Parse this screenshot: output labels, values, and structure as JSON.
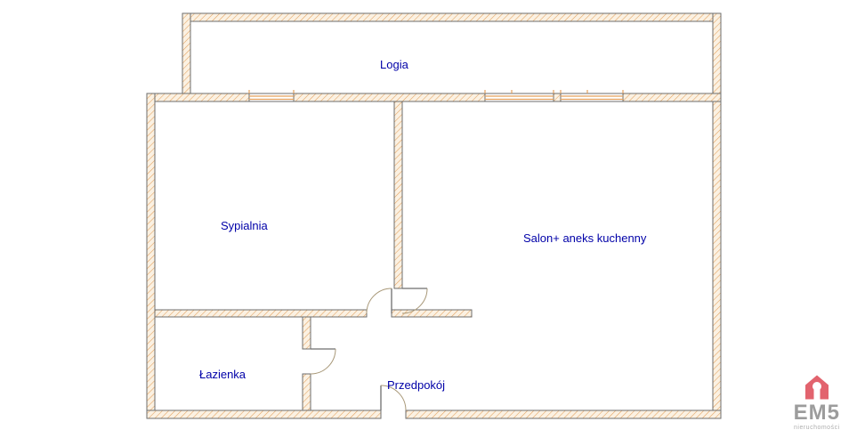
{
  "rooms": [
    {
      "id": "logia",
      "label": "Logia"
    },
    {
      "id": "sypialnia",
      "label": "Sypialnia"
    },
    {
      "id": "salon",
      "label": "Salon+ aneks kuchenny"
    },
    {
      "id": "lazienka",
      "label": "Łazienka"
    },
    {
      "id": "przedpokoj",
      "label": "Przedpokój"
    }
  ],
  "logo": {
    "text": "EM5",
    "subtitle": "nieruchomości",
    "icon": "house-icon"
  },
  "colors": {
    "room_label": "#0000A8",
    "wall_hatch": "#E3A05C",
    "wall_fill": "#FBF1E2",
    "wall_outline": "#6E6E6E",
    "window_line": "#E3A05C",
    "logo_icon": "#E2636E",
    "logo_text": "#9C9C9C",
    "background": "#FFFFFF"
  }
}
